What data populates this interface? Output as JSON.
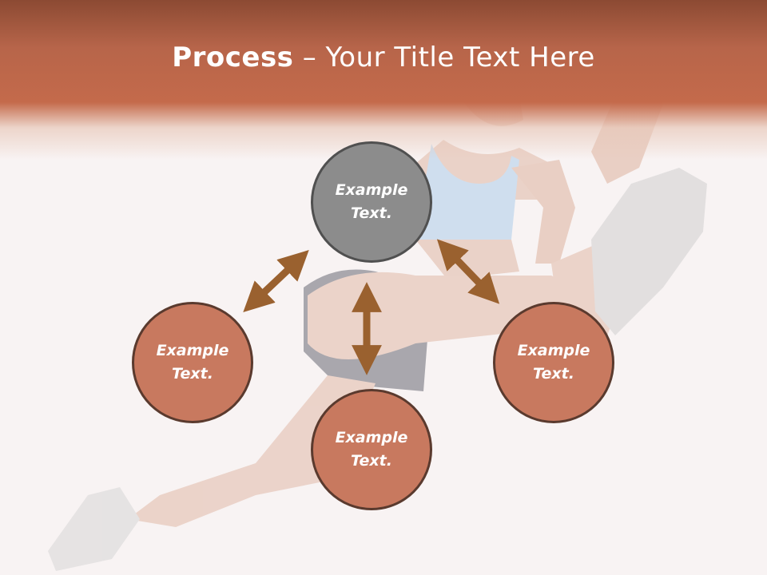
{
  "title": {
    "bold": "Process",
    "rest": " – Your Title Text Here"
  },
  "nodes": {
    "top": {
      "text": "Example\nText."
    },
    "left": {
      "text": "Example\nText."
    },
    "right": {
      "text": "Example\nText."
    },
    "bottom": {
      "text": "Example\nText."
    }
  },
  "colors": {
    "header": "#c46a4b",
    "node_fill": "#c8795f",
    "node_center_fill": "#8c8c8c",
    "arrow": "#9a612f",
    "background": "#f8f3f3"
  },
  "icons": [
    "double-arrow-icon"
  ]
}
